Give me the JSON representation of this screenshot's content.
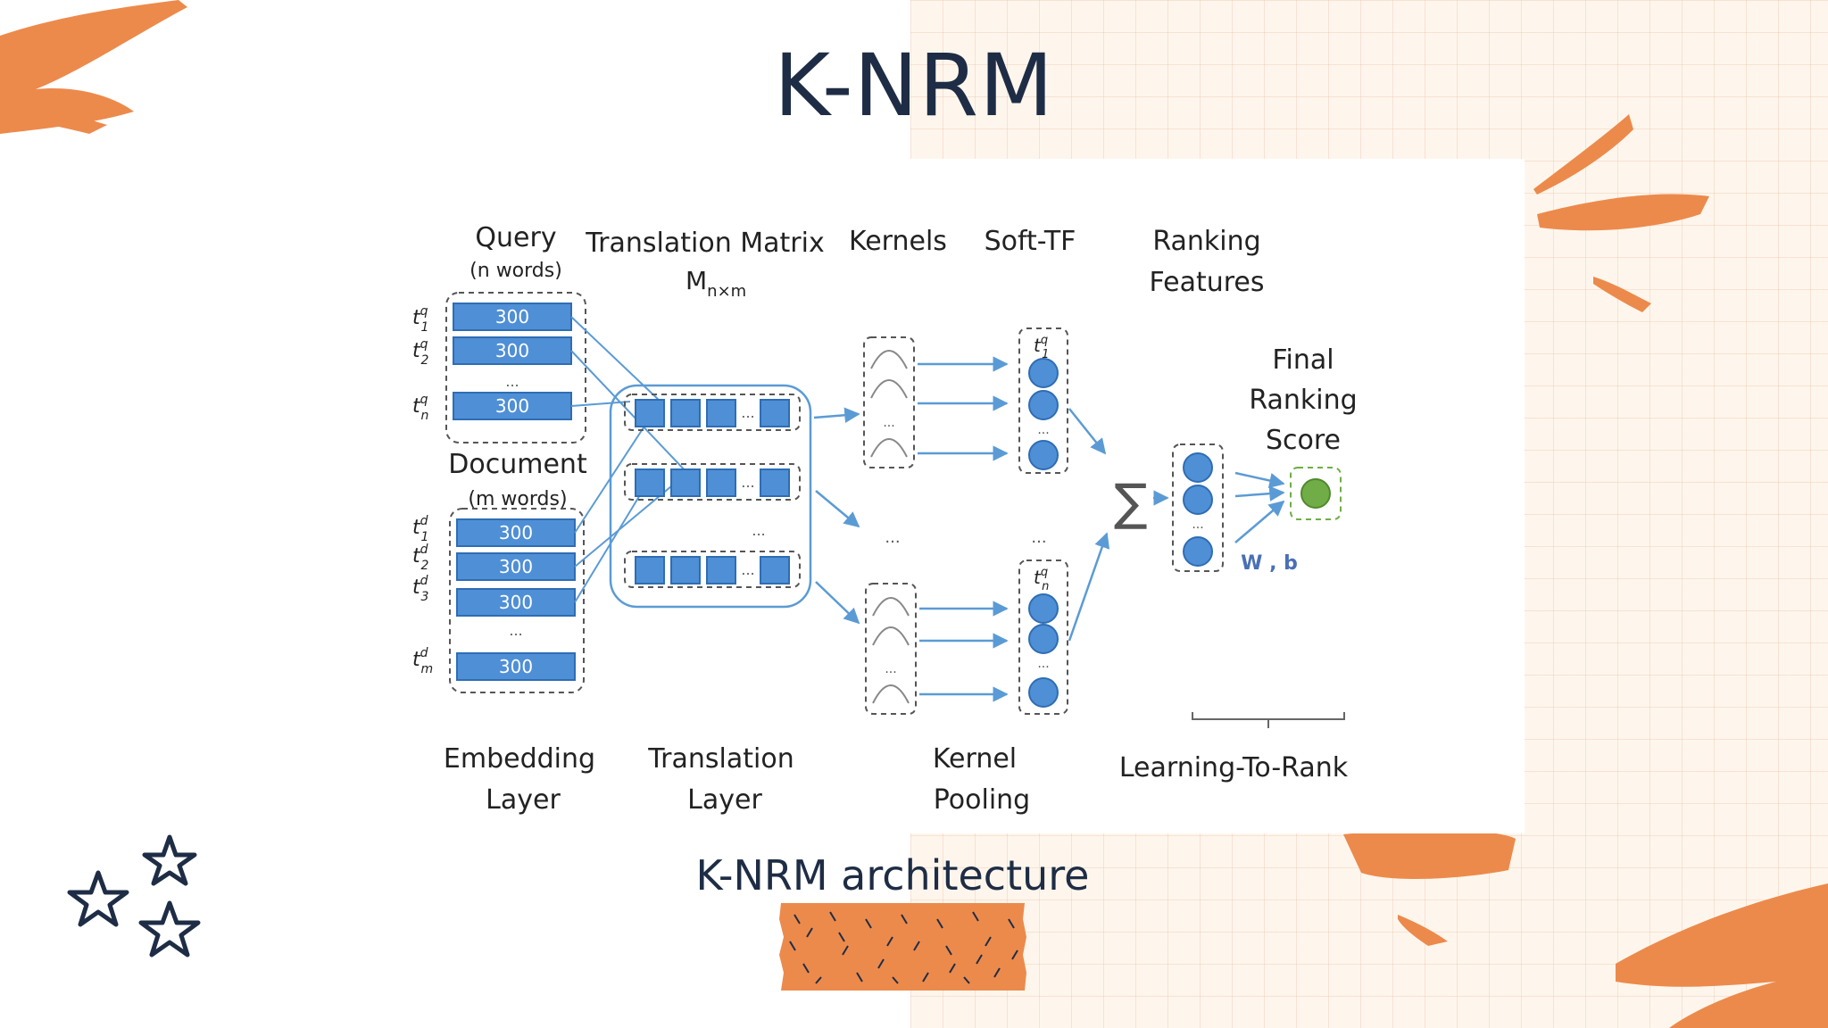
{
  "slide": {
    "title": "K-NRM",
    "caption": "K-NRM architecture"
  },
  "diagram": {
    "query_label": "Query",
    "query_sub": "(n words)",
    "document_label": "Document",
    "document_sub": "(m words)",
    "embedding_dim": "300",
    "query_tokens": [
      "t1q",
      "t2q",
      "tnq"
    ],
    "doc_tokens": [
      "t1d",
      "t2d",
      "t3d",
      "tmd"
    ],
    "ellipsis": "...",
    "translation_matrix": "Translation Matrix",
    "matrix_symbol": "M",
    "matrix_subscript": "n×m",
    "kernels": "Kernels",
    "soft_tf": "Soft-TF",
    "ranking_features_1": "Ranking",
    "ranking_features_2": "Features",
    "final_1": "Final",
    "final_2": "Ranking",
    "final_3": "Score",
    "sum_symbol": "∑",
    "weights": "W , b",
    "embedding_layer_1": "Embedding",
    "embedding_layer_2": "Layer",
    "translation_layer_1": "Translation",
    "translation_layer_2": "Layer",
    "kernel_pooling_1": "Kernel",
    "kernel_pooling_2": "Pooling",
    "learning_to_rank": "Learning-To-Rank"
  },
  "colors": {
    "accent_orange": "#ec8a4c",
    "navy": "#1e2d45",
    "diagram_blue": "#5b9bd5",
    "box_fill": "#4f8fd6",
    "score_green": "#70ad47"
  }
}
